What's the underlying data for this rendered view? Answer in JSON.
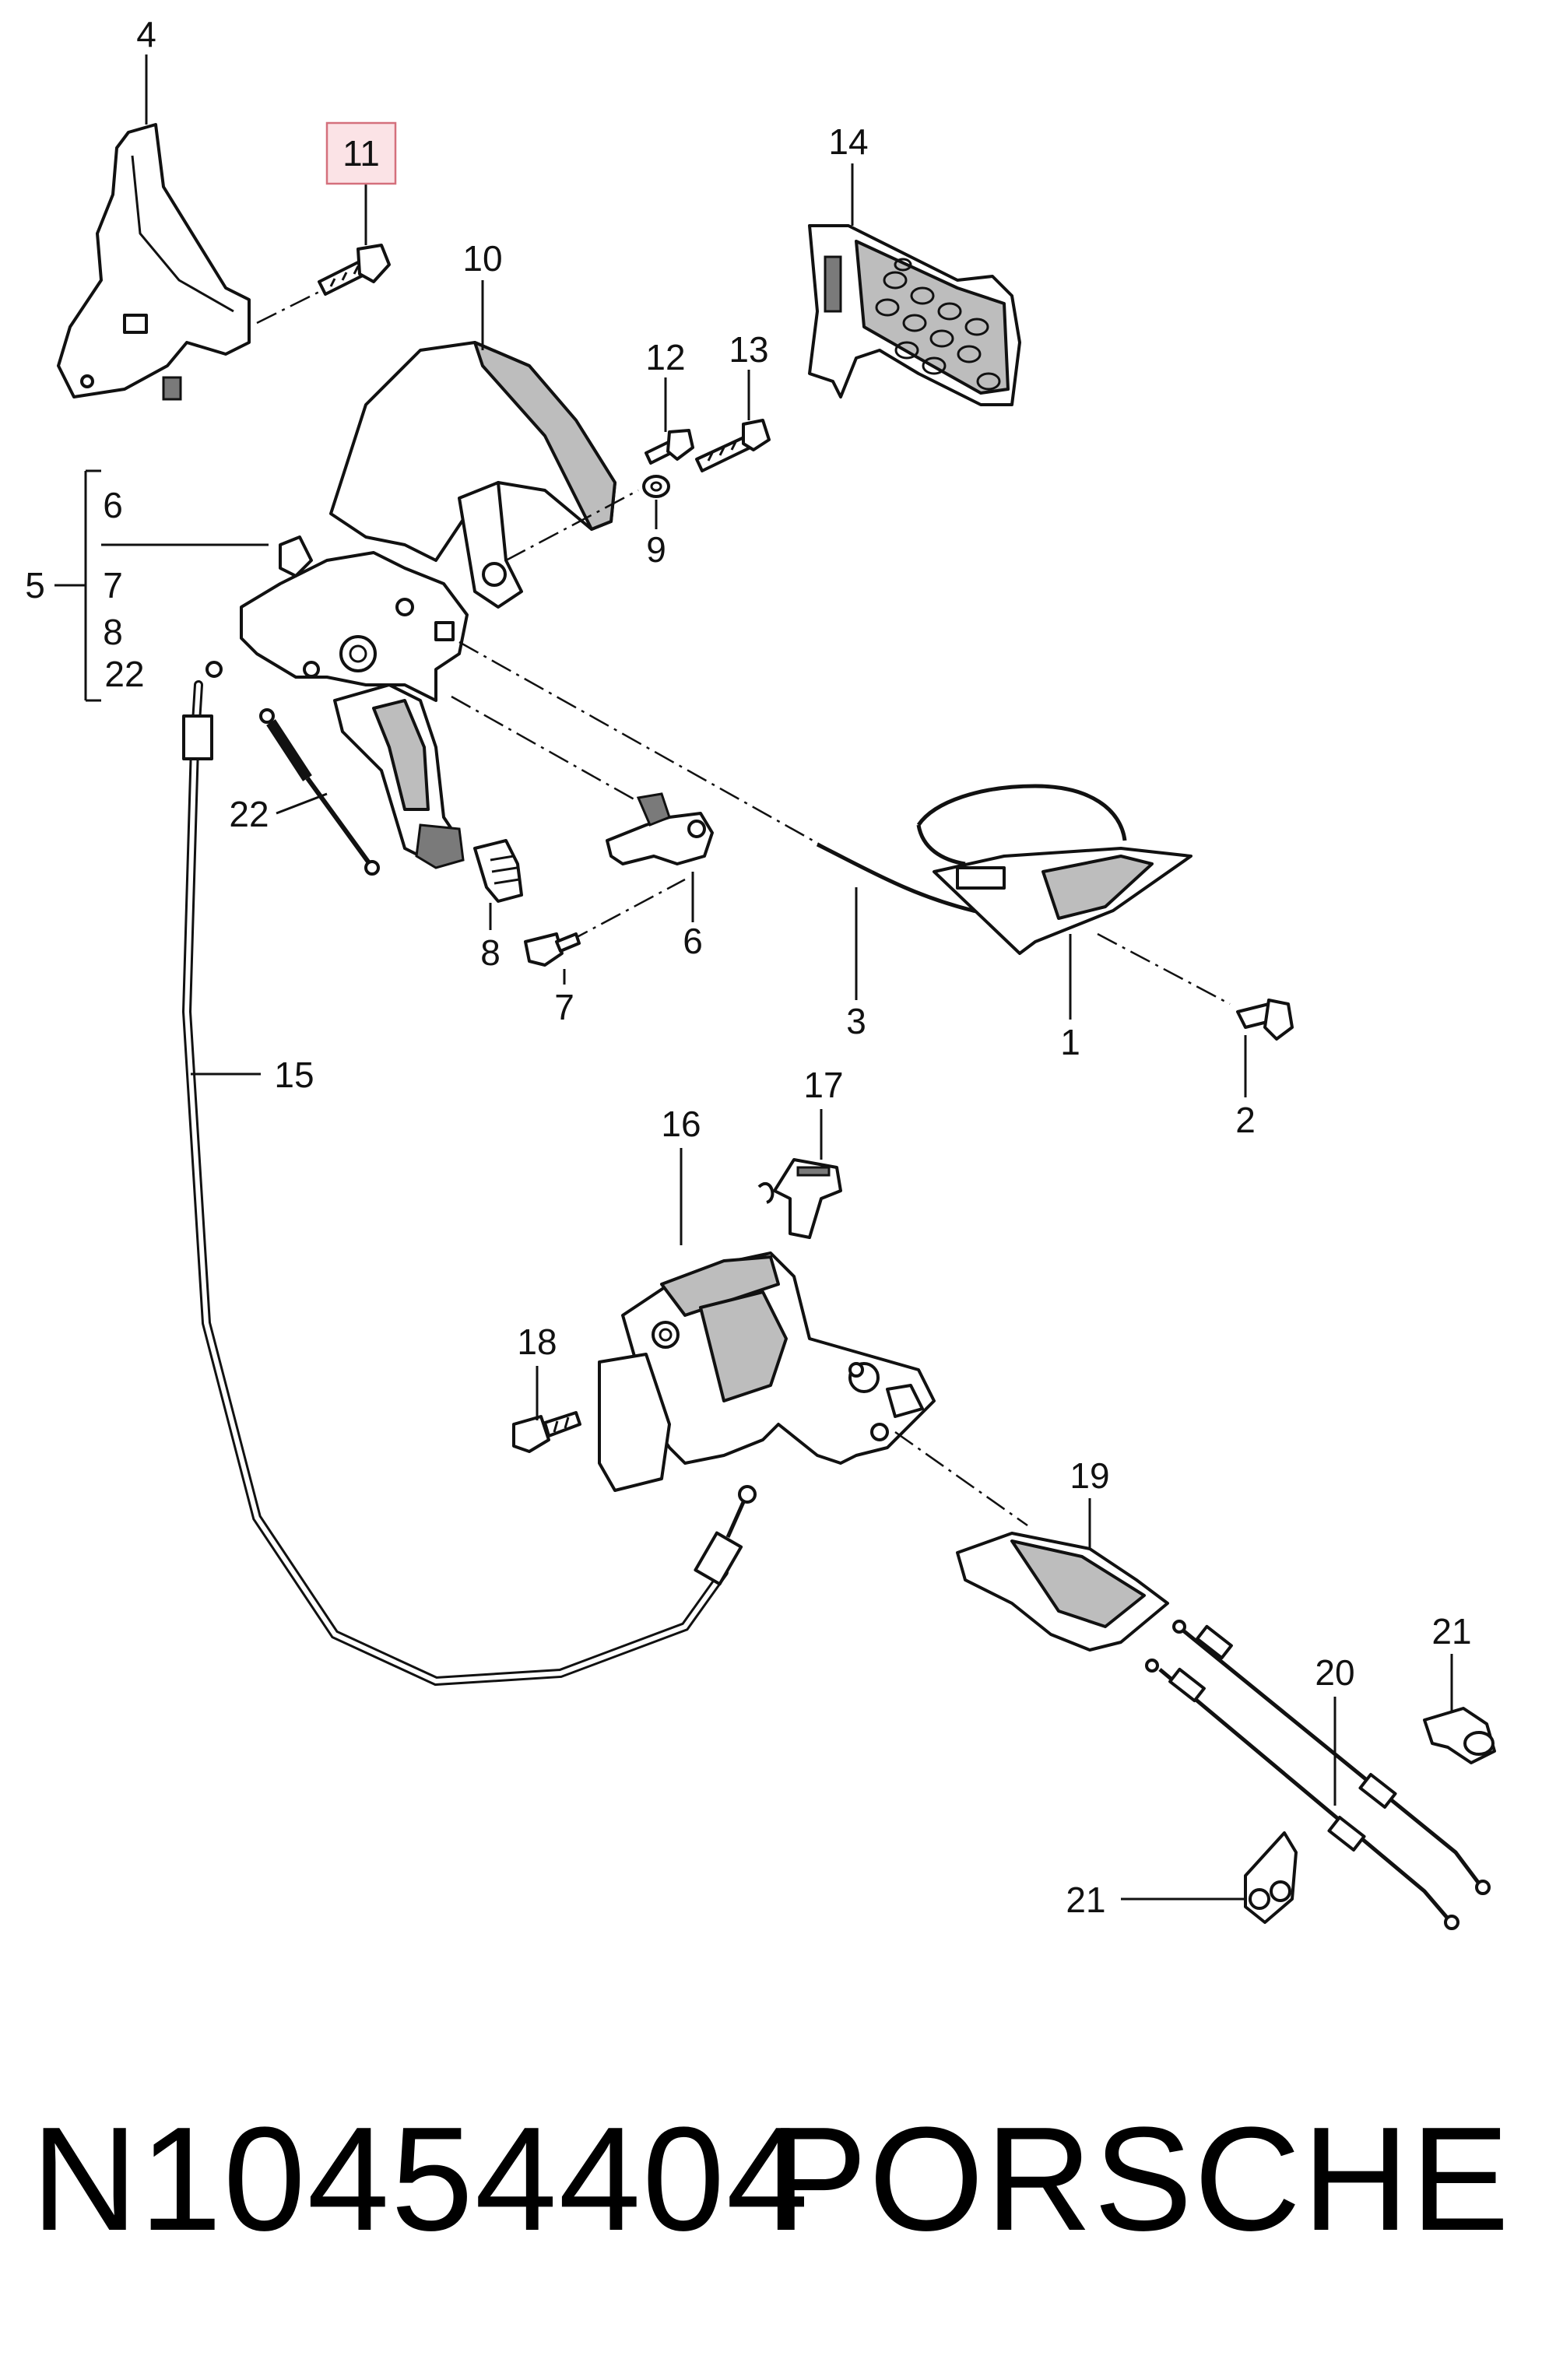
{
  "highlighted_callout": "11",
  "highlight_color": "#e8a0a8",
  "callouts": {
    "c1": "1",
    "c2": "2",
    "c3": "3",
    "c4": "4",
    "c5": "5",
    "c6a": "6",
    "c6b": "6",
    "c7a": "7",
    "c7b": "7",
    "c8a": "8",
    "c8b": "8",
    "c9": "9",
    "c10": "10",
    "c11": "11",
    "c12": "12",
    "c13": "13",
    "c14": "14",
    "c15": "15",
    "c16": "16",
    "c17": "17",
    "c18": "18",
    "c19": "19",
    "c20": "20",
    "c21a": "21",
    "c21b": "21",
    "c22a": "22",
    "c22b": "22"
  },
  "footer": {
    "part_number": "N10454404",
    "brand": "PORSCHE"
  }
}
